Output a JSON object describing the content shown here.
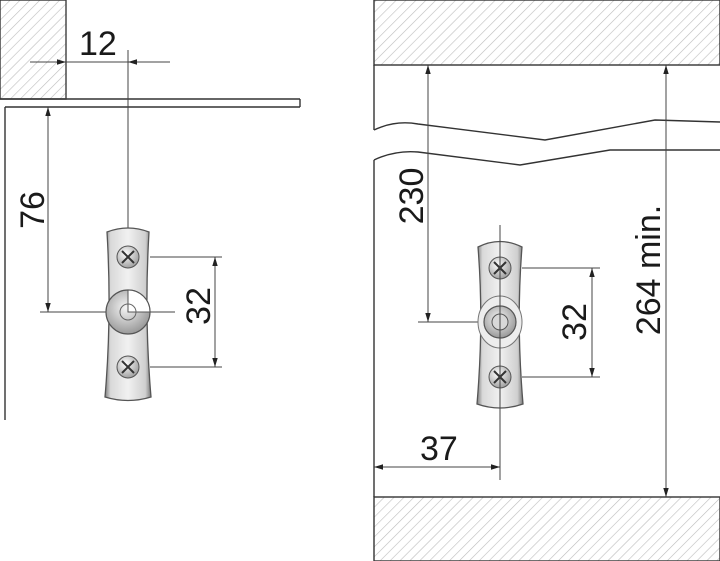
{
  "left_view": {
    "dim_horizontal": "12",
    "dim_vertical": "76",
    "dim_hole_spacing": "32"
  },
  "right_view": {
    "dim_height": "230",
    "dim_hole_spacing": "32",
    "dim_offset": "37",
    "dim_total": "264 min."
  },
  "colors": {
    "line": "#333333",
    "hatch": "#bfbfbf",
    "plate_light": "#e6e6e6",
    "plate_dark": "#8c8c8c"
  }
}
